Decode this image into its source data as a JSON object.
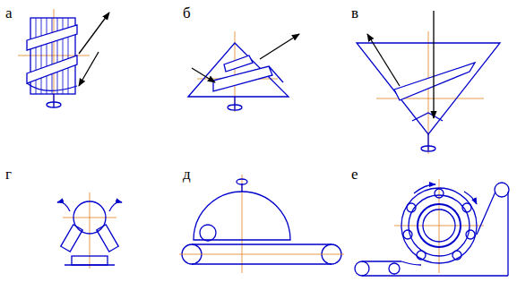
{
  "diagram": {
    "labels": [
      "а",
      "б",
      "в",
      "г",
      "д",
      "е"
    ]
  }
}
